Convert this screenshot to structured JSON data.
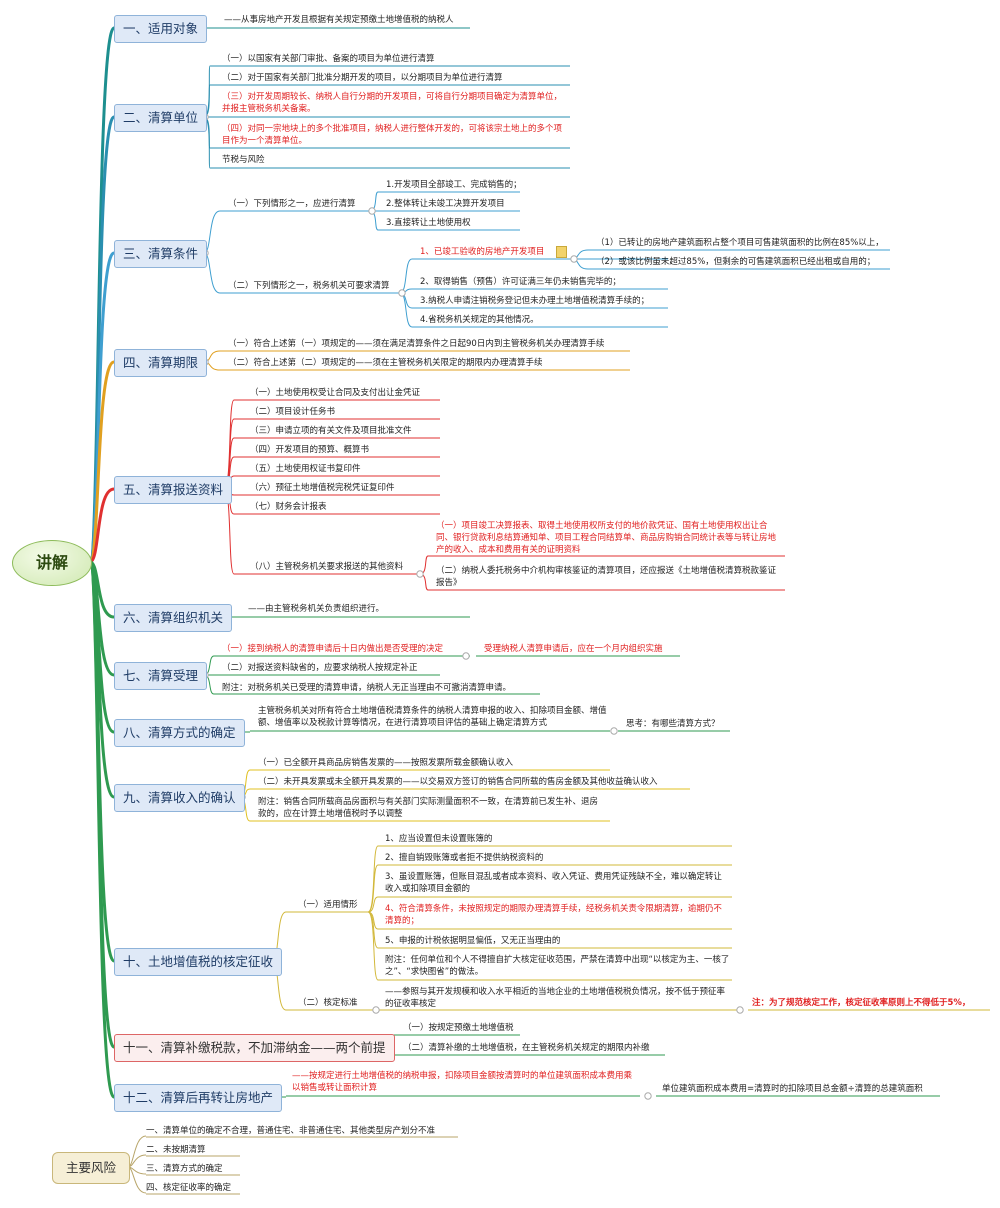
{
  "root": "讲解",
  "sections": {
    "s1": {
      "title": "一、适用对象",
      "c1": "——从事房地产开发且根据有关规定预缴土地增值税的纳税人"
    },
    "s2": {
      "title": "二、清算单位",
      "c1": "（一）以国家有关部门审批、备案的项目为单位进行清算",
      "c2": "（二）对于国家有关部门批准分期开发的项目，以分期项目为单位进行清算",
      "c3": "（三）对开发周期较长、纳税人自行分期的开发项目，可将自行分期项目确定为清算单位，并报主管税务机关备案。",
      "c4": "（四）对同一宗地块上的多个批准项目，纳税人进行整体开发的，可将该宗土地上的多个项目作为一个清算单位。",
      "c5": "节税与风险"
    },
    "s3": {
      "title": "三、清算条件",
      "a": "（一）下列情形之一，应进行清算",
      "a1": "1.开发项目全部竣工、完成销售的；",
      "a2": "2.整体转让未竣工决算开发项目",
      "a3": "3.直接转让土地使用权",
      "b": "（二）下列情形之一，税务机关可要求清算",
      "b1": "1、已竣工验收的房地产开发项目",
      "b1a": "（1）已转让的房地产建筑面积占整个项目可售建筑面积的比例在85%以上，",
      "b1b": "（2）或该比例虽未超过85%，但剩余的可售建筑面积已经出租或自用的；",
      "b2": "2、取得销售（预售）许可证满三年仍未销售完毕的；",
      "b3": "3.纳税人申请注销税务登记但未办理土地增值税清算手续的；",
      "b4": "4.省税务机关规定的其他情况。"
    },
    "s4": {
      "title": "四、清算期限",
      "c1": "（一）符合上述第（一）项规定的——须在满足清算条件之日起90日内到主管税务机关办理清算手续",
      "c2": "（二）符合上述第（二）项规定的——须在主管税务机关限定的期限内办理清算手续"
    },
    "s5": {
      "title": "五、清算报送资料",
      "c1": "（一）土地使用权受让合同及支付出让金凭证",
      "c2": "（二）项目设计任务书",
      "c3": "（三）申请立项的有关文件及项目批准文件",
      "c4": "（四）开发项目的预算、概算书",
      "c5": "（五）土地使用权证书复印件",
      "c6": "（六）预征土地增值税完税凭证复印件",
      "c7": "（七）财务会计报表",
      "c8": "（八）主管税务机关要求报送的其他资料",
      "c8a": "（一）项目竣工决算报表、取得土地使用权所支付的地价款凭证、国有土地使用权出让合同、银行贷款利息结算通知单、项目工程合同结算单、商品房购销合同统计表等与转让房地产的收入、成本和费用有关的证明资料",
      "c8b": "（二）纳税人委托税务中介机构审核鉴证的清算项目，还应报送《土地增值税清算税款鉴证报告》"
    },
    "s6": {
      "title": "六、清算组织机关",
      "c1": "——由主管税务机关负责组织进行。"
    },
    "s7": {
      "title": "七、清算受理",
      "c1": "（一）接到纳税人的清算申请后十日内做出是否受理的决定",
      "c1a": "受理纳税人清算申请后，应在一个月内组织实施",
      "c2": "（二）对报送资料缺省的，应要求纳税人按规定补正",
      "c3": "附注：对税务机关已受理的清算申请，纳税人无正当理由不可撤消清算申请。"
    },
    "s8": {
      "title": "八、清算方式的确定",
      "c1": "主管税务机关对所有符合土地增值税清算条件的纳税人清算申报的收入、扣除项目金额、增值额、增值率以及税款计算等情况，在进行清算项目评估的基础上确定清算方式",
      "c1a": "思考：有哪些清算方式？"
    },
    "s9": {
      "title": "九、清算收入的确认",
      "c1": "（一）已全额开具商品房销售发票的——按照发票所载金额确认收入",
      "c2": "（二）未开具发票或未全额开具发票的——以交易双方签订的销售合同所载的售房金额及其他收益确认收入",
      "c3": "附注：销售合同所载商品房面积与有关部门实际测量面积不一致，在清算前已发生补、退房款的，应在计算土地增值税时予以调整"
    },
    "s10": {
      "title": "十、土地增值税的核定征收",
      "a": "（一）适用情形",
      "a1": "1、应当设置但未设置账簿的",
      "a2": "2、擅自销毁账簿或者拒不提供纳税资料的",
      "a3": "3、虽设置账簿，但账目混乱或者成本资料、收入凭证、费用凭证残缺不全，难以确定转让收入或扣除项目金额的",
      "a4": "4、符合清算条件，未按照规定的期限办理清算手续，经税务机关责令限期清算，逾期仍不清算的；",
      "a5": "5、申报的计税依据明显偏低，又无正当理由的",
      "a6": "附注：任何单位和个人不得擅自扩大核定征收范围，严禁在清算中出现“以核定为主、一核了之”、“求快图省”的做法。",
      "b": "（二）核定标准",
      "b1": "——参照与其开发规模和收入水平相近的当地企业的土地增值税税负情况，按不低于预征率的征收率核定",
      "b1a": "注：为了规范核定工作，核定征收率原则上不得低于5%，"
    },
    "s11": {
      "title": "十一、清算补缴税款，不加滞纳金——两个前提",
      "c1": "（一）按规定预缴土地增值税",
      "c2": "（二）清算补缴的土地增值税，在主管税务机关规定的期限内补缴"
    },
    "s12": {
      "title": "十二、清算后再转让房地产",
      "c1": "——按规定进行土地增值税的纳税申报，扣除项目金额按清算时的单位建筑面积成本费用乘以销售或转让面积计算",
      "c1a": "单位建筑面积成本费用=清算时的扣除项目总金额÷清算的总建筑面积"
    }
  },
  "risk": {
    "title": "主要风险",
    "r1": "一、清算单位的确定不合理，普通住宅、非普通住宅、其他类型房产划分不准",
    "r2": "二、未按期清算",
    "r3": "三、清算方式的确定",
    "r4": "四、核定征收率的确定"
  },
  "colors": {
    "red_text": "#e02020",
    "topic_fill": "#dfe9f7",
    "topic_border": "#8fb3d9",
    "root_fill": "#cfe8b0",
    "risk_fill": "#f6efd6"
  }
}
